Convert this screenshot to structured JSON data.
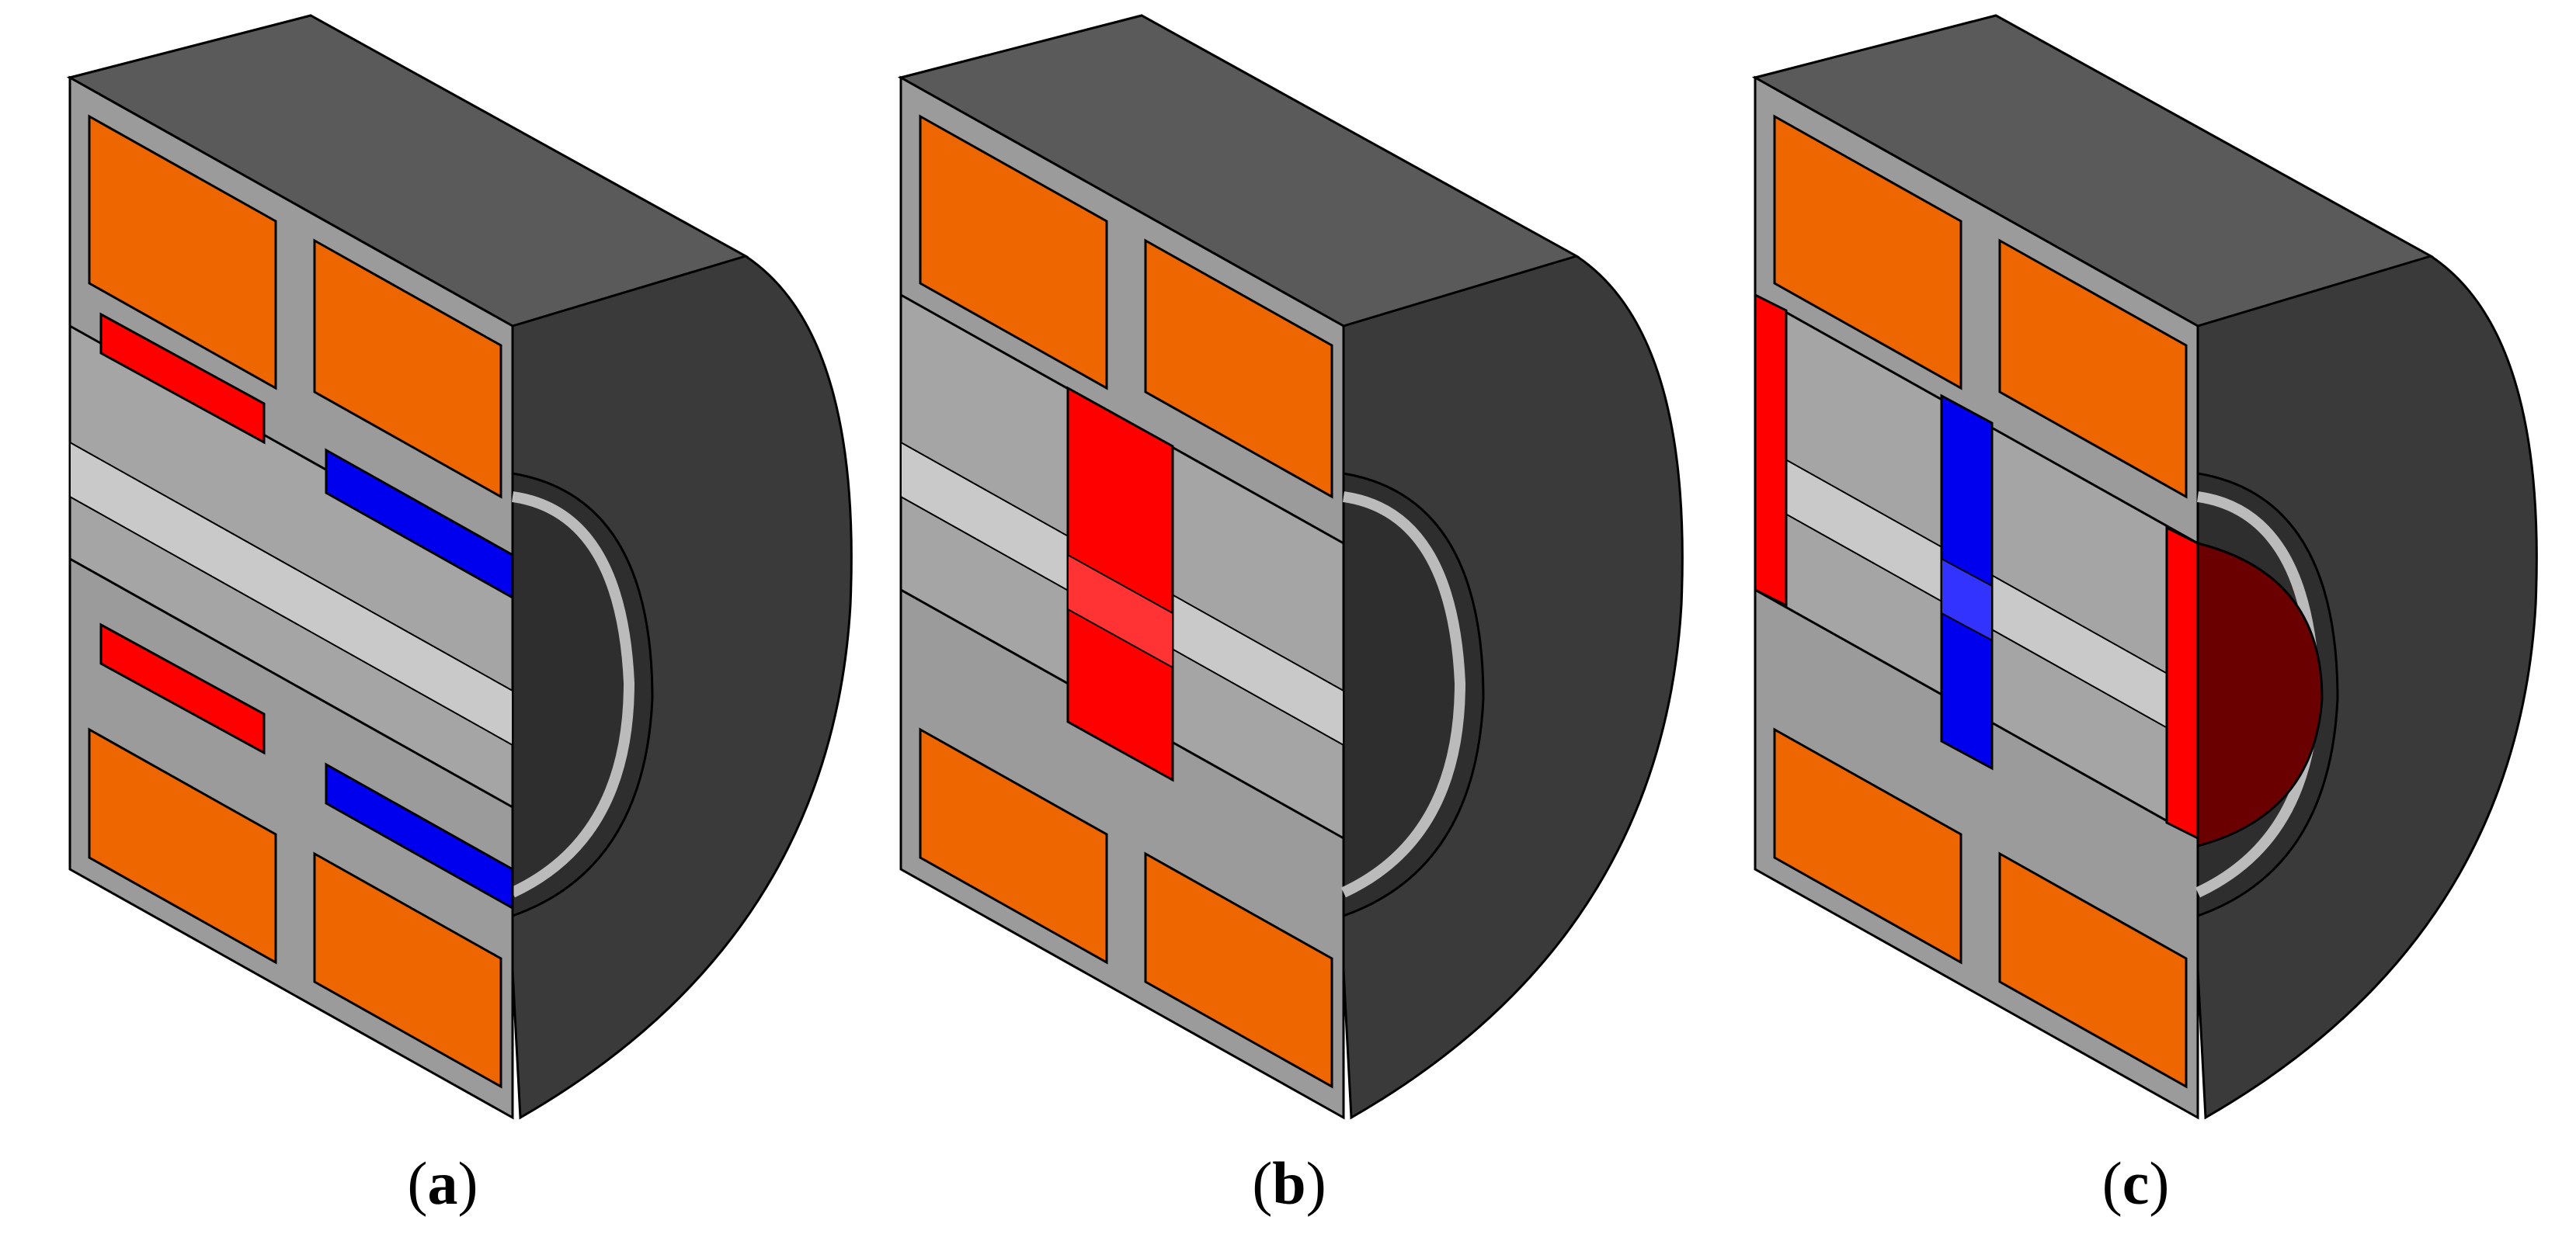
{
  "colors": {
    "housing_dark": "#3a3a3a",
    "housing_light": "#5a5a5a",
    "steel_gray": "#9b9b9b",
    "steel_edge": "#b8b8b8",
    "coil_orange": "#ee6600",
    "coil_dark": "#b94f00",
    "magnet_red": "#ff0000",
    "magnet_dark": "#8b0000",
    "magnet_blue": "#0000ee",
    "magnet_blue_dark": "#000077",
    "outline": "#000000"
  },
  "panels": [
    {
      "id": "a",
      "label": "a",
      "open": "(",
      "close": ")",
      "magnet_layout": "radial-pair",
      "magnet_colors": [
        "magnet_red",
        "magnet_blue"
      ]
    },
    {
      "id": "b",
      "label": "b",
      "open": "(",
      "close": ")",
      "magnet_layout": "central-disk",
      "magnet_colors": [
        "magnet_red"
      ]
    },
    {
      "id": "c",
      "label": "c",
      "open": "(",
      "close": ")",
      "magnet_layout": "axial-three",
      "magnet_colors": [
        "magnet_red",
        "magnet_blue",
        "magnet_red"
      ]
    }
  ]
}
